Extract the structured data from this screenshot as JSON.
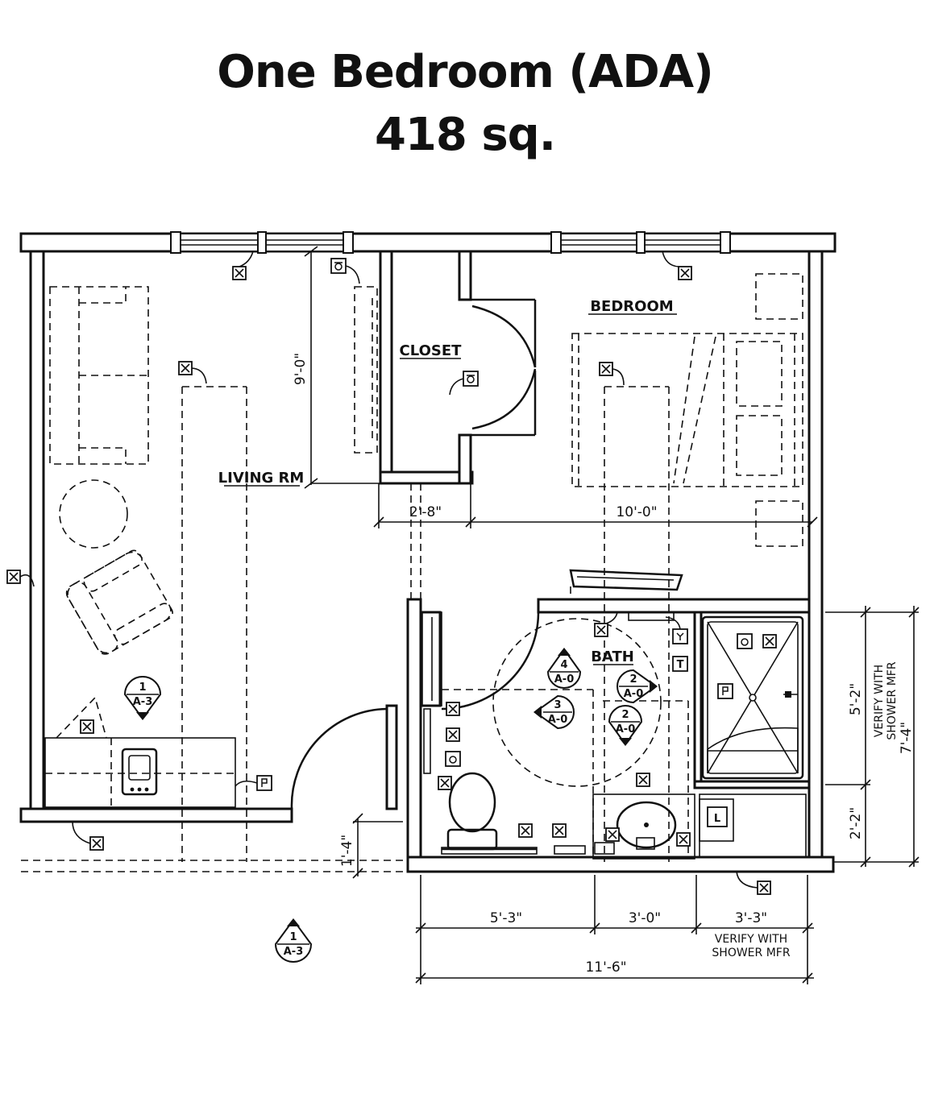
{
  "title": "One Bedroom (ADA)",
  "area": "418 sq.",
  "rooms": {
    "living": "LIVING RM",
    "closet": "CLOSET",
    "bedroom": "BEDROOM",
    "bath": "BATH"
  },
  "dimensions": {
    "d_9_0": "9'-0\"",
    "d_2_8": "2'-8\"",
    "d_10_0": "10'-0\"",
    "d_5_2": "5'-2\"",
    "d_2_2": "2'-2\"",
    "d_7_4": "7'-4\"",
    "d_1_4": "1'-4\"",
    "d_5_3": "5'-3\"",
    "d_3_0": "3'-0\"",
    "d_3_3": "3'-3\"",
    "d_11_6": "11'-6\""
  },
  "notes": {
    "verify_line1": "VERIFY WITH",
    "verify_line2": "SHOWER MFR"
  },
  "section_tags": {
    "tag_1_a3_upper": {
      "num": "1",
      "sheet": "A-3"
    },
    "tag_1_a3_lower": {
      "num": "1",
      "sheet": "A-3"
    },
    "tag_4_a0": {
      "num": "4",
      "sheet": "A-0"
    },
    "tag_3_a0": {
      "num": "3",
      "sheet": "A-0"
    },
    "tag_2_a0_a": {
      "num": "2",
      "sheet": "A-0"
    },
    "tag_2_a0_b": {
      "num": "2",
      "sheet": "A-0"
    }
  },
  "fixture_codes": {
    "tv": "T",
    "light": "L"
  }
}
